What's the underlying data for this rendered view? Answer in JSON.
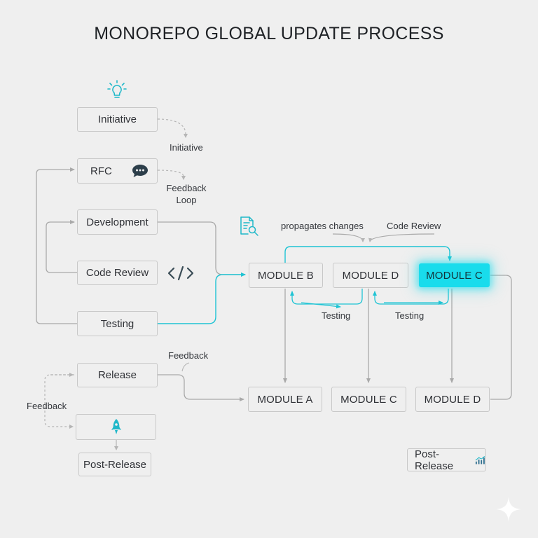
{
  "title": "MONOREPO GLOBAL UPDATE PROCESS",
  "left_flow": {
    "initiative": "Initiative",
    "rfc": "RFC",
    "development": "Development",
    "code_review": "Code Review",
    "testing": "Testing",
    "release": "Release",
    "post_release": "Post-Release"
  },
  "annotations": {
    "initiative": "Initiative",
    "feedback_loop_line1": "Feedback",
    "feedback_loop_line2": "Loop",
    "propagates_changes": "propagates changes",
    "code_review": "Code Review",
    "testing_1": "Testing",
    "testing_2": "Testing",
    "feedback_release": "Feedback",
    "feedback_left": "Feedback"
  },
  "modules_top": [
    "MODULE B",
    "MODULE D",
    "MODULE C"
  ],
  "modules_bottom": [
    "MODULE A",
    "MODULE C",
    "MODULE D"
  ],
  "post_release_right": "Post-Release",
  "colors": {
    "accent": "#19dcec",
    "wire": "#a9a9a9",
    "background": "#efefef"
  },
  "icons": [
    "lightbulb-icon",
    "chat-bubble-icon",
    "code-icon",
    "document-search-icon",
    "rocket-icon",
    "chart-icon",
    "sparkle-icon"
  ]
}
